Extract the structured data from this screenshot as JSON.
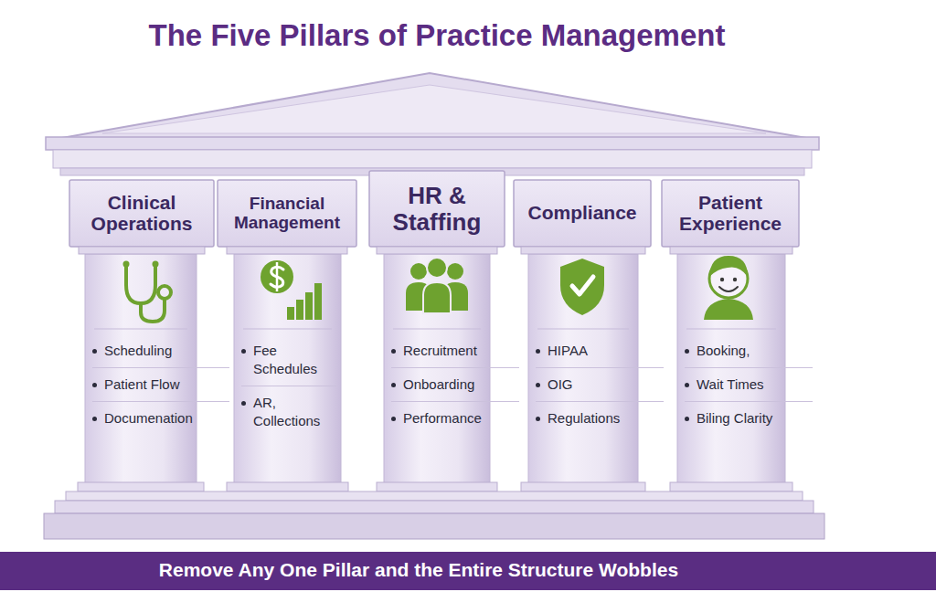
{
  "diagram": {
    "title": "The Five Pillars of Practice Management",
    "caption": "Remove Any One Pillar and the Entire Structure Wobbles",
    "nodes": [
      {
        "text": [
          "Clinical Operations",
          "Scheduling",
          "Patient Flow",
          "Documenation"
        ]
      },
      {
        "text": [
          "Financial Management",
          "Fee Schedules",
          "AR, Collections"
        ]
      },
      {
        "text": [
          "HR & Staffing",
          "Recruitment",
          "Onboarding",
          "Performance"
        ]
      },
      {
        "text": [
          "Compliance",
          "HIPAA",
          "OIG",
          "Regulations"
        ]
      },
      {
        "text": [
          "Patient Experience",
          "Booking,",
          "Wait Times",
          "Biling Clarity"
        ]
      }
    ]
  }
}
